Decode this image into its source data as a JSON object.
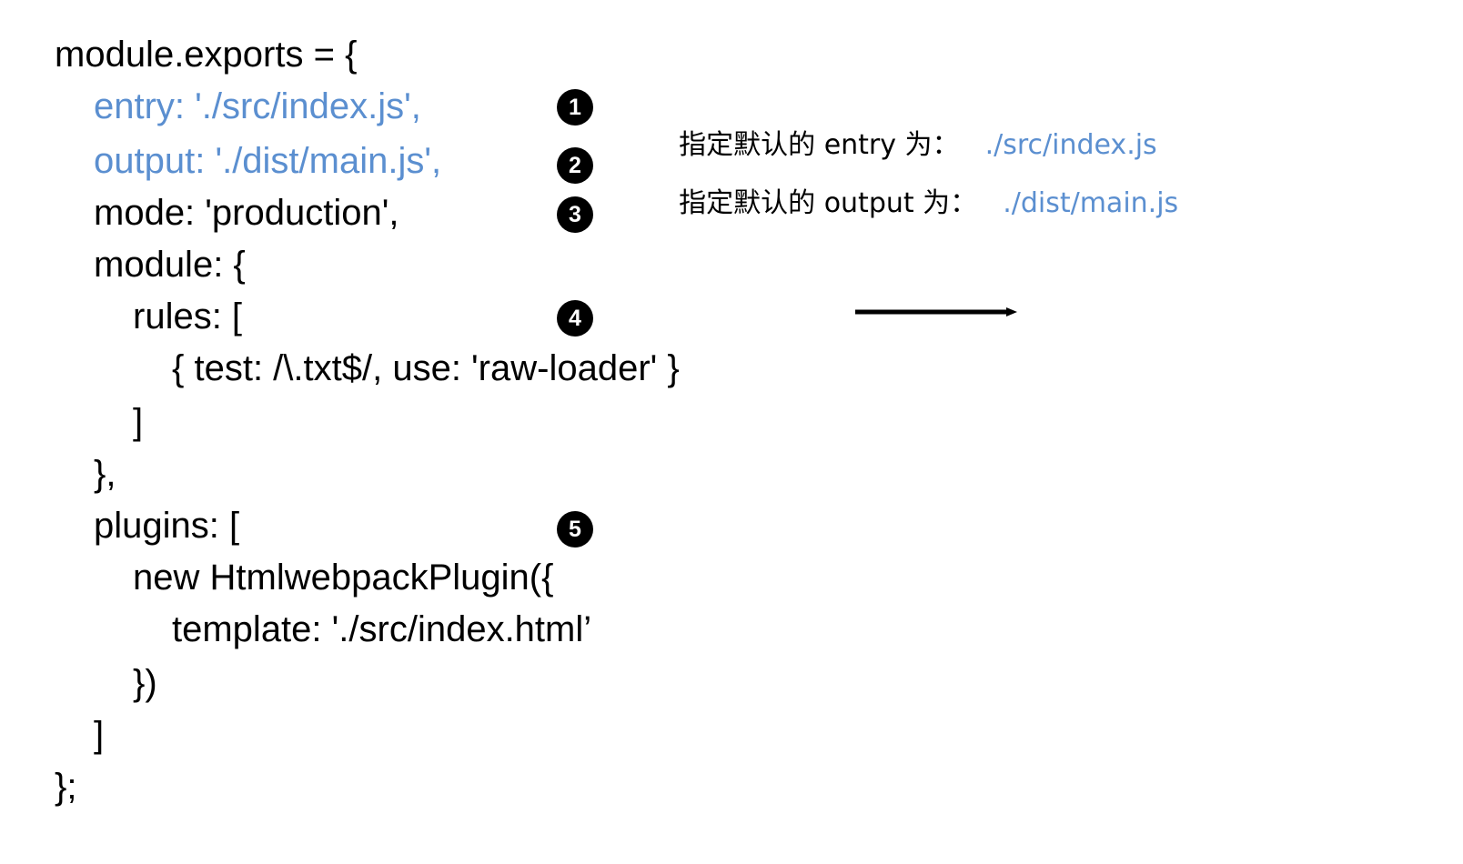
{
  "code_lines": [
    {
      "text": "module.exports = {",
      "indent": 0
    },
    {
      "text": "entry: './src/index.js',",
      "indent": 1,
      "accent": true
    },
    {
      "text": "output: './dist/main.js',",
      "indent": 1,
      "accent": true
    },
    {
      "text": "mode: 'production',",
      "indent": 1
    },
    {
      "text": "module: {",
      "indent": 1
    },
    {
      "text": "rules: [",
      "indent": 2
    },
    {
      "text": "{ test: /\\.txt$/, use: 'raw-loader' }",
      "indent": 3
    },
    {
      "text": "]",
      "indent": 2
    },
    {
      "text": "},",
      "indent": 1
    },
    {
      "text": "plugins: [",
      "indent": 1
    },
    {
      "text": "new HtmlwebpackPlugin({",
      "indent": 2
    },
    {
      "text": "template: './src/index.html’",
      "indent": 3
    },
    {
      "text": "})",
      "indent": 2
    },
    {
      "text": "]",
      "indent": 1
    },
    {
      "text": "};",
      "indent": 0
    }
  ],
  "markers": [
    "1",
    "2",
    "3",
    "4",
    "5"
  ],
  "annotations": [
    {
      "label": "指定默认的 entry 为：",
      "value": "./src/index.js"
    },
    {
      "label": "指定默认的 output 为：",
      "value": "./dist/main.js"
    }
  ],
  "colors": {
    "accent": "#5b8fd0",
    "text": "#000000",
    "badge": "#000000"
  }
}
